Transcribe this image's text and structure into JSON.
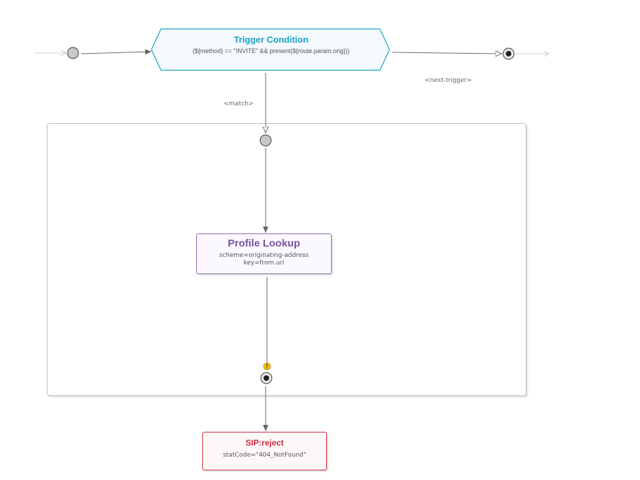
{
  "trigger": {
    "title": "Trigger Condition",
    "expression": "(${method} == \"INVITE\" && present(${route.param.orig}))"
  },
  "edges": {
    "match_label": "<match>",
    "next_trigger_label": "<next-trigger>"
  },
  "profile_lookup": {
    "title": "Profile Lookup",
    "attributes": [
      "scheme=originating-address",
      "key=from.uri"
    ]
  },
  "reject": {
    "title": "SIP:reject",
    "attribute": "statCode=\"404_NotFound\""
  },
  "colors": {
    "trigger_accent": "#1aa3c4",
    "profile_accent": "#7a55a3",
    "reject_accent": "#d0283e",
    "warning": "#f5c518"
  },
  "icons": {
    "start_node": "start-circle-icon",
    "end_node": "end-circle-icon",
    "warning": "warning-icon"
  }
}
